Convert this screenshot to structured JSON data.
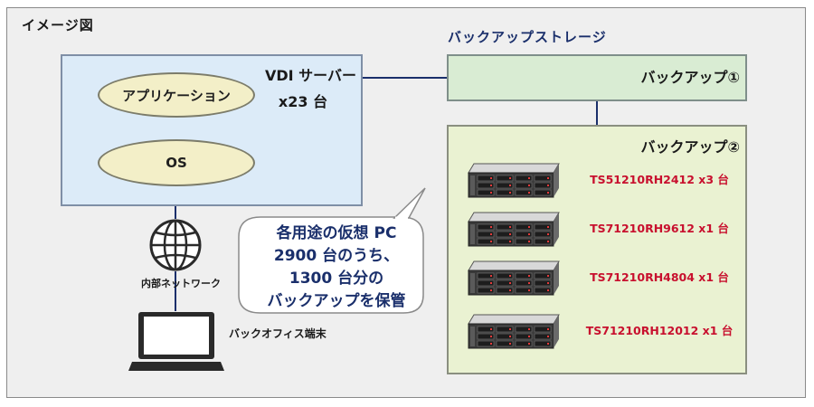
{
  "frame_title": "イメージ図",
  "vdi": {
    "title": "VDI サーバー",
    "count": "x23 台",
    "application": "アプリケーション",
    "os": "OS"
  },
  "storage": {
    "title": "バックアップストレージ",
    "backup1": "バックアップ①",
    "backup2": "バックアップ②",
    "models": [
      "TS51210RH2412 x3 台",
      "TS71210RH9612 x1 台",
      "TS71210RH4804 x1 台",
      "TS71210RH12012 x1 台"
    ]
  },
  "callout": {
    "line1": "各用途の仮想 PC",
    "line2": "2900 台のうち、",
    "line3": "1300 台分の",
    "line4": "バックアップを保管"
  },
  "network": {
    "label": "内部ネットワーク"
  },
  "client": {
    "label": "バックオフィス端末"
  },
  "colors": {
    "line": "#1a2f6b",
    "model_text": "#c8102e",
    "vdi_fill": "#dcebf8",
    "backup1_fill": "#d9ecd3",
    "backup2_fill": "#eaf2d2",
    "ellipse_fill": "#f3efc8"
  }
}
